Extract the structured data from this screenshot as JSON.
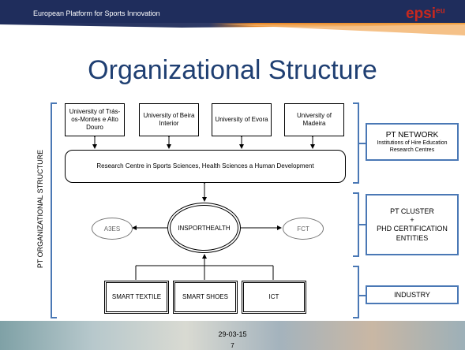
{
  "header": {
    "platform_text": "European Platform for Sports Innovation",
    "logo_text": "epsi",
    "logo_sup": "eu",
    "colors": {
      "bar": "#1f2d5c",
      "accent": "#e8892a",
      "logo_red": "#c8281e"
    }
  },
  "title": "Organizational Structure",
  "side_label": "PT ORGANIZATIONAL STRUCTURE",
  "universities": [
    "University of Trás-os-Montes e Alto Douro",
    "University of Beira Interior",
    "University of Evora",
    "University of Madeira"
  ],
  "research_centre": "Research Centre in Sports Sciences, Health Sciences a Human Development",
  "center_node": "INSPORTHEALTH",
  "left_node": "A3ES",
  "right_node": "FCT",
  "industry_boxes": [
    "SMART TEXTILE",
    "SMART SHOES",
    "ICT"
  ],
  "groups": {
    "network": {
      "title": "PT NETWORK",
      "subtitle": "Institutions of Hire Education Research Centres"
    },
    "cluster": {
      "line1": "PT CLUSTER",
      "line2": "+",
      "line3": "PHD CERTIFICATION ENTITIES"
    },
    "industry": {
      "title": "INDUSTRY"
    }
  },
  "footer": {
    "date": "29-03-15",
    "page": "7"
  }
}
